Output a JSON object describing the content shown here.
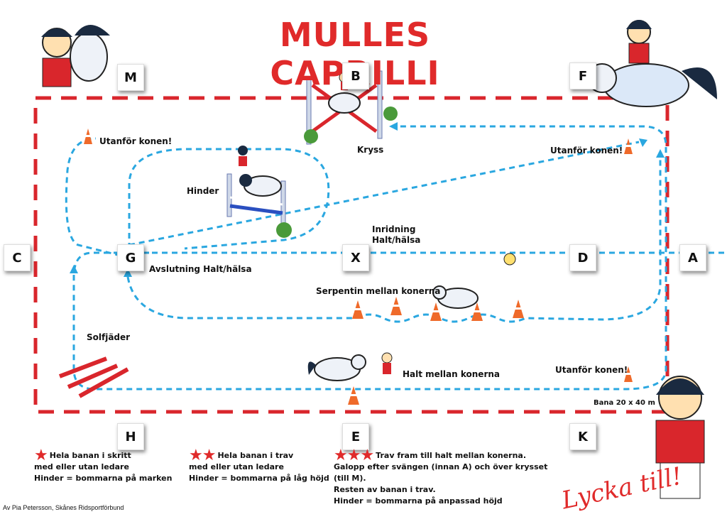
{
  "title": "MULLES CAPRILLI",
  "arena_letters": {
    "M": "M",
    "B": "B",
    "F": "F",
    "C": "C",
    "G": "G",
    "X": "X",
    "D": "D",
    "A": "A",
    "H": "H",
    "E": "E",
    "K": "K"
  },
  "labels": {
    "outside_cone_1": "Utanför konen!",
    "outside_cone_2": "Utanför konen!",
    "outside_cone_3": "Utanför konen!",
    "kryss": "Kryss",
    "hinder": "Hinder",
    "entry": "Inridning Halt/hälsa",
    "finish": "Avslutning Halt/hälsa",
    "serpentine": "Serpentin mellan konerna",
    "sunray": "Solfjäder",
    "halt_cones": "Halt mellan konerna",
    "arena_size": "Bana 20 x 40 m"
  },
  "levels": [
    {
      "stars": "★",
      "lines": [
        "Hela banan i skritt",
        "med eller utan ledare",
        "Hinder = bommarna på marken"
      ]
    },
    {
      "stars": "★★",
      "lines": [
        "Hela banan i trav",
        "med eller utan ledare",
        "Hinder = bommarna på låg höjd"
      ]
    },
    {
      "stars": "★★★",
      "lines": [
        "Trav fram till halt mellan konerna.",
        "Galopp efter svängen (innan A) och över krysset (till M).",
        "Resten av banan i trav.",
        "Hinder = bommarna på anpassad höjd"
      ]
    }
  ],
  "credit": "Av Pia Petersson, Skånes Ridsportförbund",
  "closing": "Lycka till!",
  "colors": {
    "title": "#e02a2a",
    "arena_border": "#d9262c",
    "route": "#2aa7e0",
    "cone": "#ef6a2a"
  },
  "icons": [
    "cone-icon",
    "horse-icon",
    "rider-icon",
    "jump-icon",
    "bush-icon",
    "star-icon"
  ]
}
